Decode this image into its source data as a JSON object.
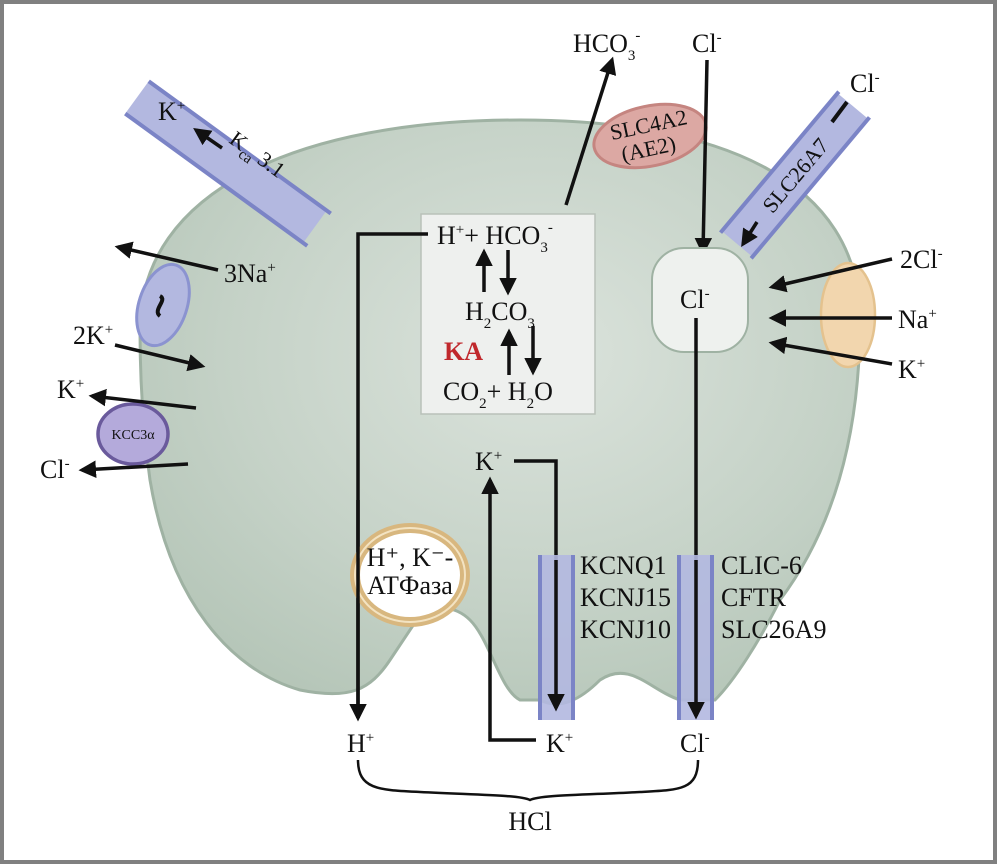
{
  "title": "Parietal cell HCl secretion ion transport diagram",
  "colors": {
    "cell_fill": "#bccbbf",
    "cell_stroke": "#9fb2a3",
    "channel_fill": "#b3b8e0",
    "channel_stroke": "#7b84c6",
    "pump_ring": "#d8b77f",
    "ae2_fill": "#dca8a3",
    "ae2_stroke": "#c58580",
    "nkcc_fill": "#f2d6ae",
    "kcc_fill": "#b4aadb",
    "kcc_stroke": "#6a5a9c",
    "enzyme_label": "#c0282c",
    "border": "#808080"
  },
  "top": {
    "hco3_out": {
      "base": "HCO",
      "sub": "3",
      "sup": "-"
    },
    "cl_in_top": {
      "base": "Cl",
      "sup": "-"
    },
    "slc4a2_line1": "SLC4A2",
    "slc4a2_line2": "(AE2)",
    "slc26a7_label": "SLC26A7",
    "cl_slc26a7": {
      "base": "Cl",
      "sup": "-"
    }
  },
  "left": {
    "kca_k": {
      "base": "K",
      "sup": "+"
    },
    "kca_label": {
      "base": "K",
      "sub": "ca",
      "rest": " 3.1"
    },
    "na_k_pump_na": {
      "base": "3Na",
      "sup": "+"
    },
    "na_k_pump_k": {
      "base": "2K",
      "sup": "+"
    },
    "kcc_k": {
      "base": "K",
      "sup": "+"
    },
    "kcc_label": "KCC3α",
    "kcc_cl": {
      "base": "Cl",
      "sup": "-"
    }
  },
  "right": {
    "cl_vesicle": {
      "base": "Cl",
      "sup": "-"
    },
    "nkcc_2cl": {
      "base": "2Cl",
      "sup": "-"
    },
    "nkcc_na": {
      "base": "Na",
      "sup": "+"
    },
    "nkcc_k": {
      "base": "K",
      "sup": "+"
    }
  },
  "reaction_box": {
    "line1_h": "H",
    "line1_plus_sup": "+",
    "line1_plus": "+ HCO",
    "line1_sub": "3",
    "line1_sup": "-",
    "line2_h": "H",
    "line2_sub1": "2",
    "line2_co": "CO",
    "line2_sub2": "3",
    "enzyme": "KA",
    "line3_co": "CO",
    "line3_sub1": "2",
    "line3_plus": "+ H",
    "line3_sub2": "2",
    "line3_o": "O"
  },
  "pump": {
    "line1": "H⁺, K⁻-",
    "line2": "ATФаза"
  },
  "k_channels": [
    "KCNQ1",
    "KCNJ15",
    "KCNJ10"
  ],
  "cl_channels": [
    "CLIC-6",
    "CFTR",
    "SLC26A9"
  ],
  "bottom": {
    "k_top": {
      "base": "K",
      "sup": "+"
    },
    "h_out": {
      "base": "H",
      "sup": "+"
    },
    "k_out": {
      "base": "K",
      "sup": "+"
    },
    "cl_out": {
      "base": "Cl",
      "sup": "-"
    },
    "product": "HCl"
  }
}
